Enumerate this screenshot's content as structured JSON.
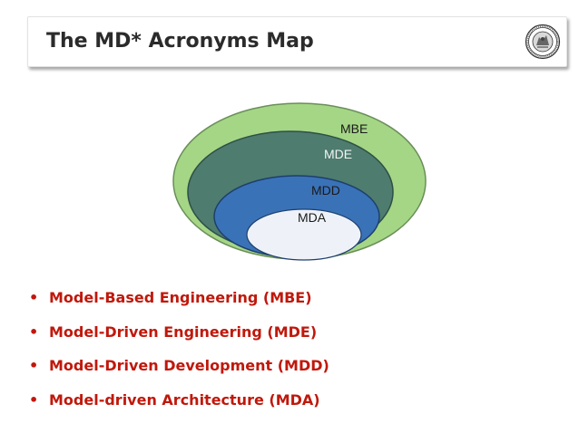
{
  "header": {
    "title": "The MD* Acronyms Map",
    "logo_icon": "university-seal-icon"
  },
  "diagram": {
    "layers": [
      {
        "label": "MBE",
        "color": "#a4d686"
      },
      {
        "label": "MDE",
        "color": "#4e7c6e"
      },
      {
        "label": "MDD",
        "color": "#3a72b8"
      },
      {
        "label": "MDA",
        "color": "#eef2f8"
      }
    ]
  },
  "bullets": [
    {
      "text": "Model-Based Engineering (MBE)"
    },
    {
      "text": "Model-Driven Engineering (MDE)"
    },
    {
      "text": "Model-Driven Development (MDD)"
    },
    {
      "text": "Model-driven Architecture (MDA)"
    }
  ],
  "colors": {
    "bullet_text": "#c0180c",
    "title_text": "#2b2b2b"
  }
}
